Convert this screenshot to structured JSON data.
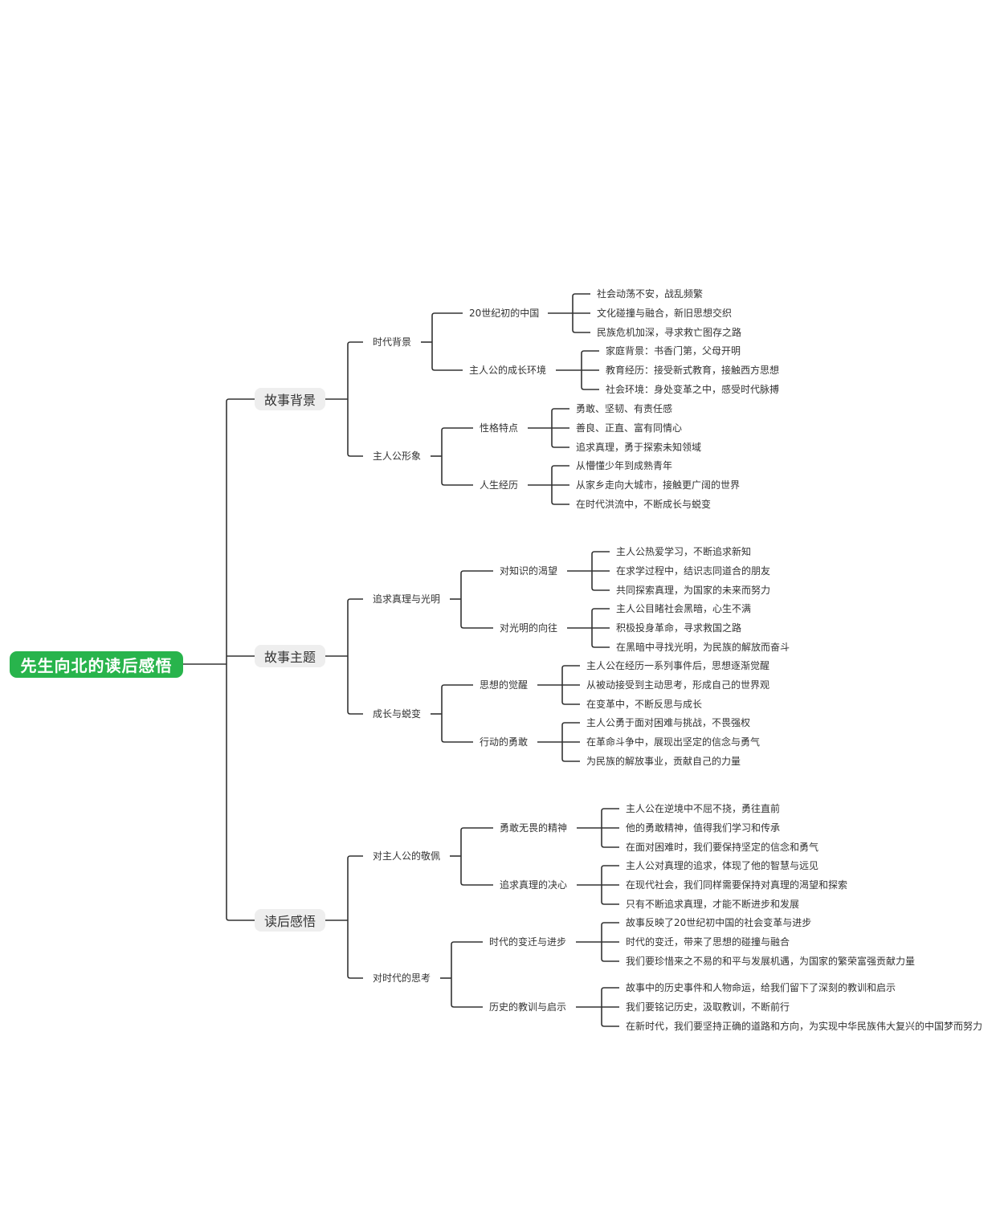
{
  "root": "先生向北的读后感悟",
  "colors": {
    "root_bg": "#28b44c",
    "branch_bg": "#eeeeee",
    "line": "#333333"
  },
  "branches": [
    {
      "label": "故事背景",
      "children": [
        {
          "label": "时代背景",
          "children": [
            {
              "label": "20世纪初的中国",
              "leaves": [
                "社会动荡不安，战乱频繁",
                "文化碰撞与融合，新旧思想交织",
                "民族危机加深，寻求救亡图存之路"
              ]
            },
            {
              "label": "主人公的成长环境",
              "leaves": [
                "家庭背景：书香门第，父母开明",
                "教育经历：接受新式教育，接触西方思想",
                "社会环境：身处变革之中，感受时代脉搏"
              ]
            }
          ]
        },
        {
          "label": "主人公形象",
          "children": [
            {
              "label": "性格特点",
              "leaves": [
                "勇敢、坚韧、有责任感",
                "善良、正直、富有同情心",
                "追求真理，勇于探索未知领域"
              ]
            },
            {
              "label": "人生经历",
              "leaves": [
                "从懵懂少年到成熟青年",
                "从家乡走向大城市，接触更广阔的世界",
                "在时代洪流中，不断成长与蜕变"
              ]
            }
          ]
        }
      ]
    },
    {
      "label": "故事主题",
      "children": [
        {
          "label": "追求真理与光明",
          "children": [
            {
              "label": "对知识的渴望",
              "leaves": [
                "主人公热爱学习，不断追求新知",
                "在求学过程中，结识志同道合的朋友",
                "共同探索真理，为国家的未来而努力"
              ]
            },
            {
              "label": "对光明的向往",
              "leaves": [
                "主人公目睹社会黑暗，心生不满",
                "积极投身革命，寻求救国之路",
                "在黑暗中寻找光明，为民族的解放而奋斗"
              ]
            }
          ]
        },
        {
          "label": "成长与蜕变",
          "children": [
            {
              "label": "思想的觉醒",
              "leaves": [
                "主人公在经历一系列事件后，思想逐渐觉醒",
                "从被动接受到主动思考，形成自己的世界观",
                "在变革中，不断反思与成长"
              ]
            },
            {
              "label": "行动的勇敢",
              "leaves": [
                "主人公勇于面对困难与挑战，不畏强权",
                "在革命斗争中，展现出坚定的信念与勇气",
                "为民族的解放事业，贡献自己的力量"
              ]
            }
          ]
        }
      ]
    },
    {
      "label": "读后感悟",
      "children": [
        {
          "label": "对主人公的敬佩",
          "children": [
            {
              "label": "勇敢无畏的精神",
              "leaves": [
                "主人公在逆境中不屈不挠，勇往直前",
                "他的勇敢精神，值得我们学习和传承",
                "在面对困难时，我们要保持坚定的信念和勇气"
              ]
            },
            {
              "label": "追求真理的决心",
              "leaves": [
                "主人公对真理的追求，体现了他的智慧与远见",
                "在现代社会，我们同样需要保持对真理的渴望和探索",
                "只有不断追求真理，才能不断进步和发展"
              ]
            }
          ]
        },
        {
          "label": "对时代的思考",
          "children": [
            {
              "label": "时代的变迁与进步",
              "leaves": [
                "故事反映了20世纪初中国的社会变革与进步",
                "时代的变迁，带来了思想的碰撞与融合",
                "我们要珍惜来之不易的和平与发展机遇，为国家的繁荣富强贡献力量"
              ]
            },
            {
              "label": "历史的教训与启示",
              "leaves": [
                "故事中的历史事件和人物命运，给我们留下了深刻的教训和启示",
                "我们要铭记历史，汲取教训，不断前行",
                "在新时代，我们要坚持正确的道路和方向，为实现中华民族伟大复兴的中国梦而努力"
              ]
            }
          ]
        }
      ]
    }
  ]
}
